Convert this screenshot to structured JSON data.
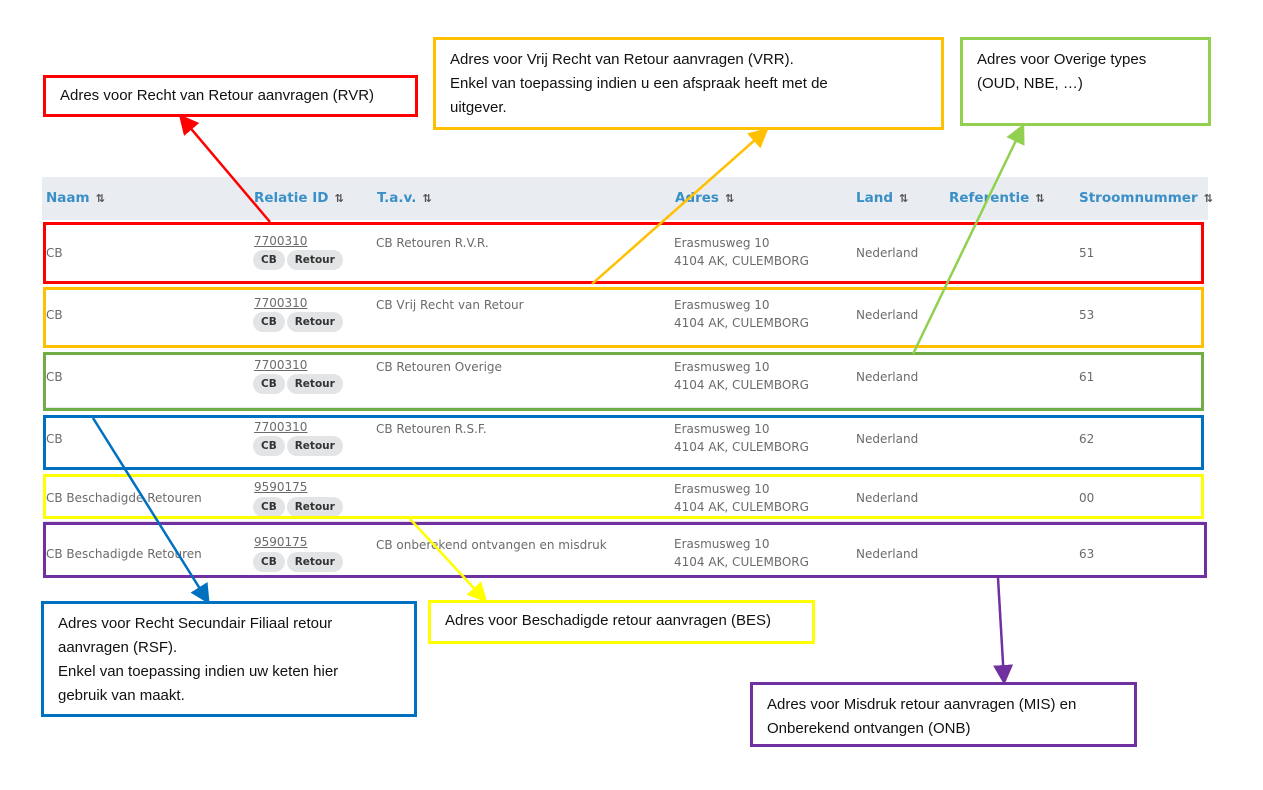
{
  "table": {
    "headers": [
      "Naam",
      "Relatie ID",
      "T.a.v.",
      "Adres",
      "Land",
      "Referentie",
      "Stroomnummer"
    ],
    "sort_icon": "⇅",
    "rows": [
      {
        "naam": "CB",
        "relatie_id": "7700310",
        "tags": [
          "CB",
          "Retour"
        ],
        "tav": "CB Retouren R.V.R.",
        "adres_1": "Erasmusweg 10",
        "adres_2": "4104 AK, CULEMBORG",
        "land": "Nederland",
        "referentie": "",
        "stroomnummer": "51"
      },
      {
        "naam": "CB",
        "relatie_id": "7700310",
        "tags": [
          "CB",
          "Retour"
        ],
        "tav": "CB Vrij Recht van Retour",
        "adres_1": "Erasmusweg 10",
        "adres_2": "4104 AK, CULEMBORG",
        "land": "Nederland",
        "referentie": "",
        "stroomnummer": "53"
      },
      {
        "naam": "CB",
        "relatie_id": "7700310",
        "tags": [
          "CB",
          "Retour"
        ],
        "tav": "CB Retouren Overige",
        "adres_1": "Erasmusweg 10",
        "adres_2": "4104 AK, CULEMBORG",
        "land": "Nederland",
        "referentie": "",
        "stroomnummer": "61"
      },
      {
        "naam": "CB",
        "relatie_id": "7700310",
        "tags": [
          "CB",
          "Retour"
        ],
        "tav": "CB Retouren R.S.F.",
        "adres_1": "Erasmusweg 10",
        "adres_2": "4104 AK, CULEMBORG",
        "land": "Nederland",
        "referentie": "",
        "stroomnummer": "62"
      },
      {
        "naam": "CB Beschadigde Retouren",
        "relatie_id": "9590175",
        "tags": [
          "CB",
          "Retour"
        ],
        "tav": "",
        "adres_1": "Erasmusweg 10",
        "adres_2": "4104 AK, CULEMBORG",
        "land": "Nederland",
        "referentie": "",
        "stroomnummer": "00"
      },
      {
        "naam": "CB Beschadigde Retouren",
        "relatie_id": "9590175",
        "tags": [
          "CB",
          "Retour"
        ],
        "tav": "CB onberekend ontvangen en misdruk",
        "adres_1": "Erasmusweg 10",
        "adres_2": "4104 AK, CULEMBORG",
        "land": "Nederland",
        "referentie": "",
        "stroomnummer": "63"
      }
    ]
  },
  "callouts": {
    "rvr": {
      "lines": [
        "Adres voor Recht van Retour aanvragen (RVR)"
      ],
      "color": "#ff0000"
    },
    "vrr": {
      "lines": [
        "Adres voor Vrij Recht van Retour aanvragen (VRR).",
        "Enkel van toepassing indien u een afspraak heeft met de",
        "uitgever."
      ],
      "color": "#ffc000"
    },
    "oud": {
      "lines": [
        "Adres voor Overige types",
        "(OUD, NBE, …)"
      ],
      "color": "#92d050"
    },
    "rsf": {
      "lines": [
        "Adres voor Recht Secundair Filiaal retour",
        "aanvragen (RSF).",
        "Enkel van toepassing indien uw keten hier",
        "gebruik van maakt."
      ],
      "color": "#0070c0"
    },
    "bes": {
      "lines": [
        "Adres voor Beschadigde retour aanvragen (BES)"
      ],
      "color": "#ffff00"
    },
    "mis": {
      "lines": [
        "Adres voor Misdruk retour aanvragen (MIS) en",
        "Onberekend ontvangen (ONB)"
      ],
      "color": "#7030a0"
    }
  },
  "row_highlight_colors": [
    "#ff0000",
    "#ffc000",
    "#70ad47",
    "#0070c0",
    "#ffff00",
    "#7030a0"
  ]
}
